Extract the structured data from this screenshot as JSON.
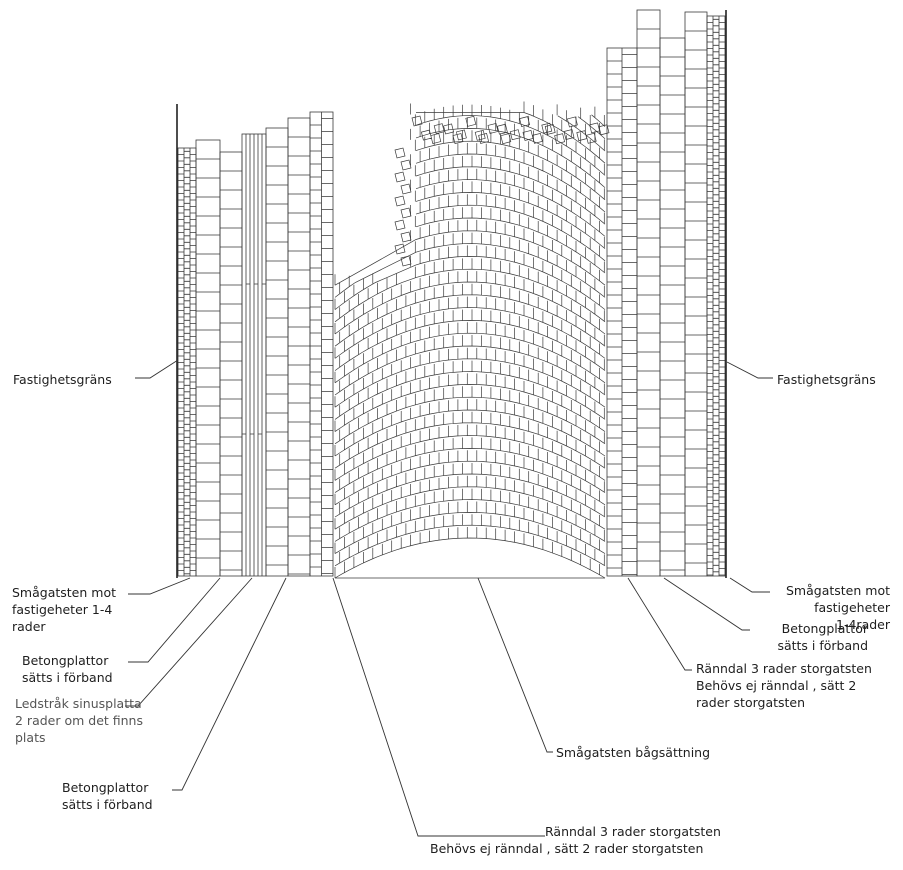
{
  "labels": {
    "fastighet_left": "Fastighetsgräns",
    "fastighet_right": "Fastighetsgräns",
    "smagatsten_left": [
      "Smågatsten mot",
      "fastigeheter 1-4",
      "rader"
    ],
    "betong_left_1": [
      "Betongplattor",
      "sätts i förband"
    ],
    "ledstrak": [
      "Ledstråk sinusplatta",
      "2 rader om det finns",
      "plats"
    ],
    "betong_left_2": [
      "Betongplattor",
      "sätts i förband"
    ],
    "ranndal_bottom": [
      "Ränndal 3 rader storgatsten",
      "Behövs  ej ränndal , sätt 2 rader storgatsten"
    ],
    "bagsattning": "Smågatsten bågsättning",
    "ranndal_right": [
      "Ränndal 3 rader storgatsten",
      "Behövs  ej ränndal , sätt 2",
      "rader storgatsten"
    ],
    "betong_right": [
      "Betongplattor",
      "sätts i förband"
    ],
    "smagatsten_right": [
      "Smågatsten mot",
      "fastigeheter",
      "1-4rader"
    ]
  },
  "colors": {
    "line": "#3a3a3a",
    "text": "#1e1e1e",
    "muted_text": "#555555"
  }
}
